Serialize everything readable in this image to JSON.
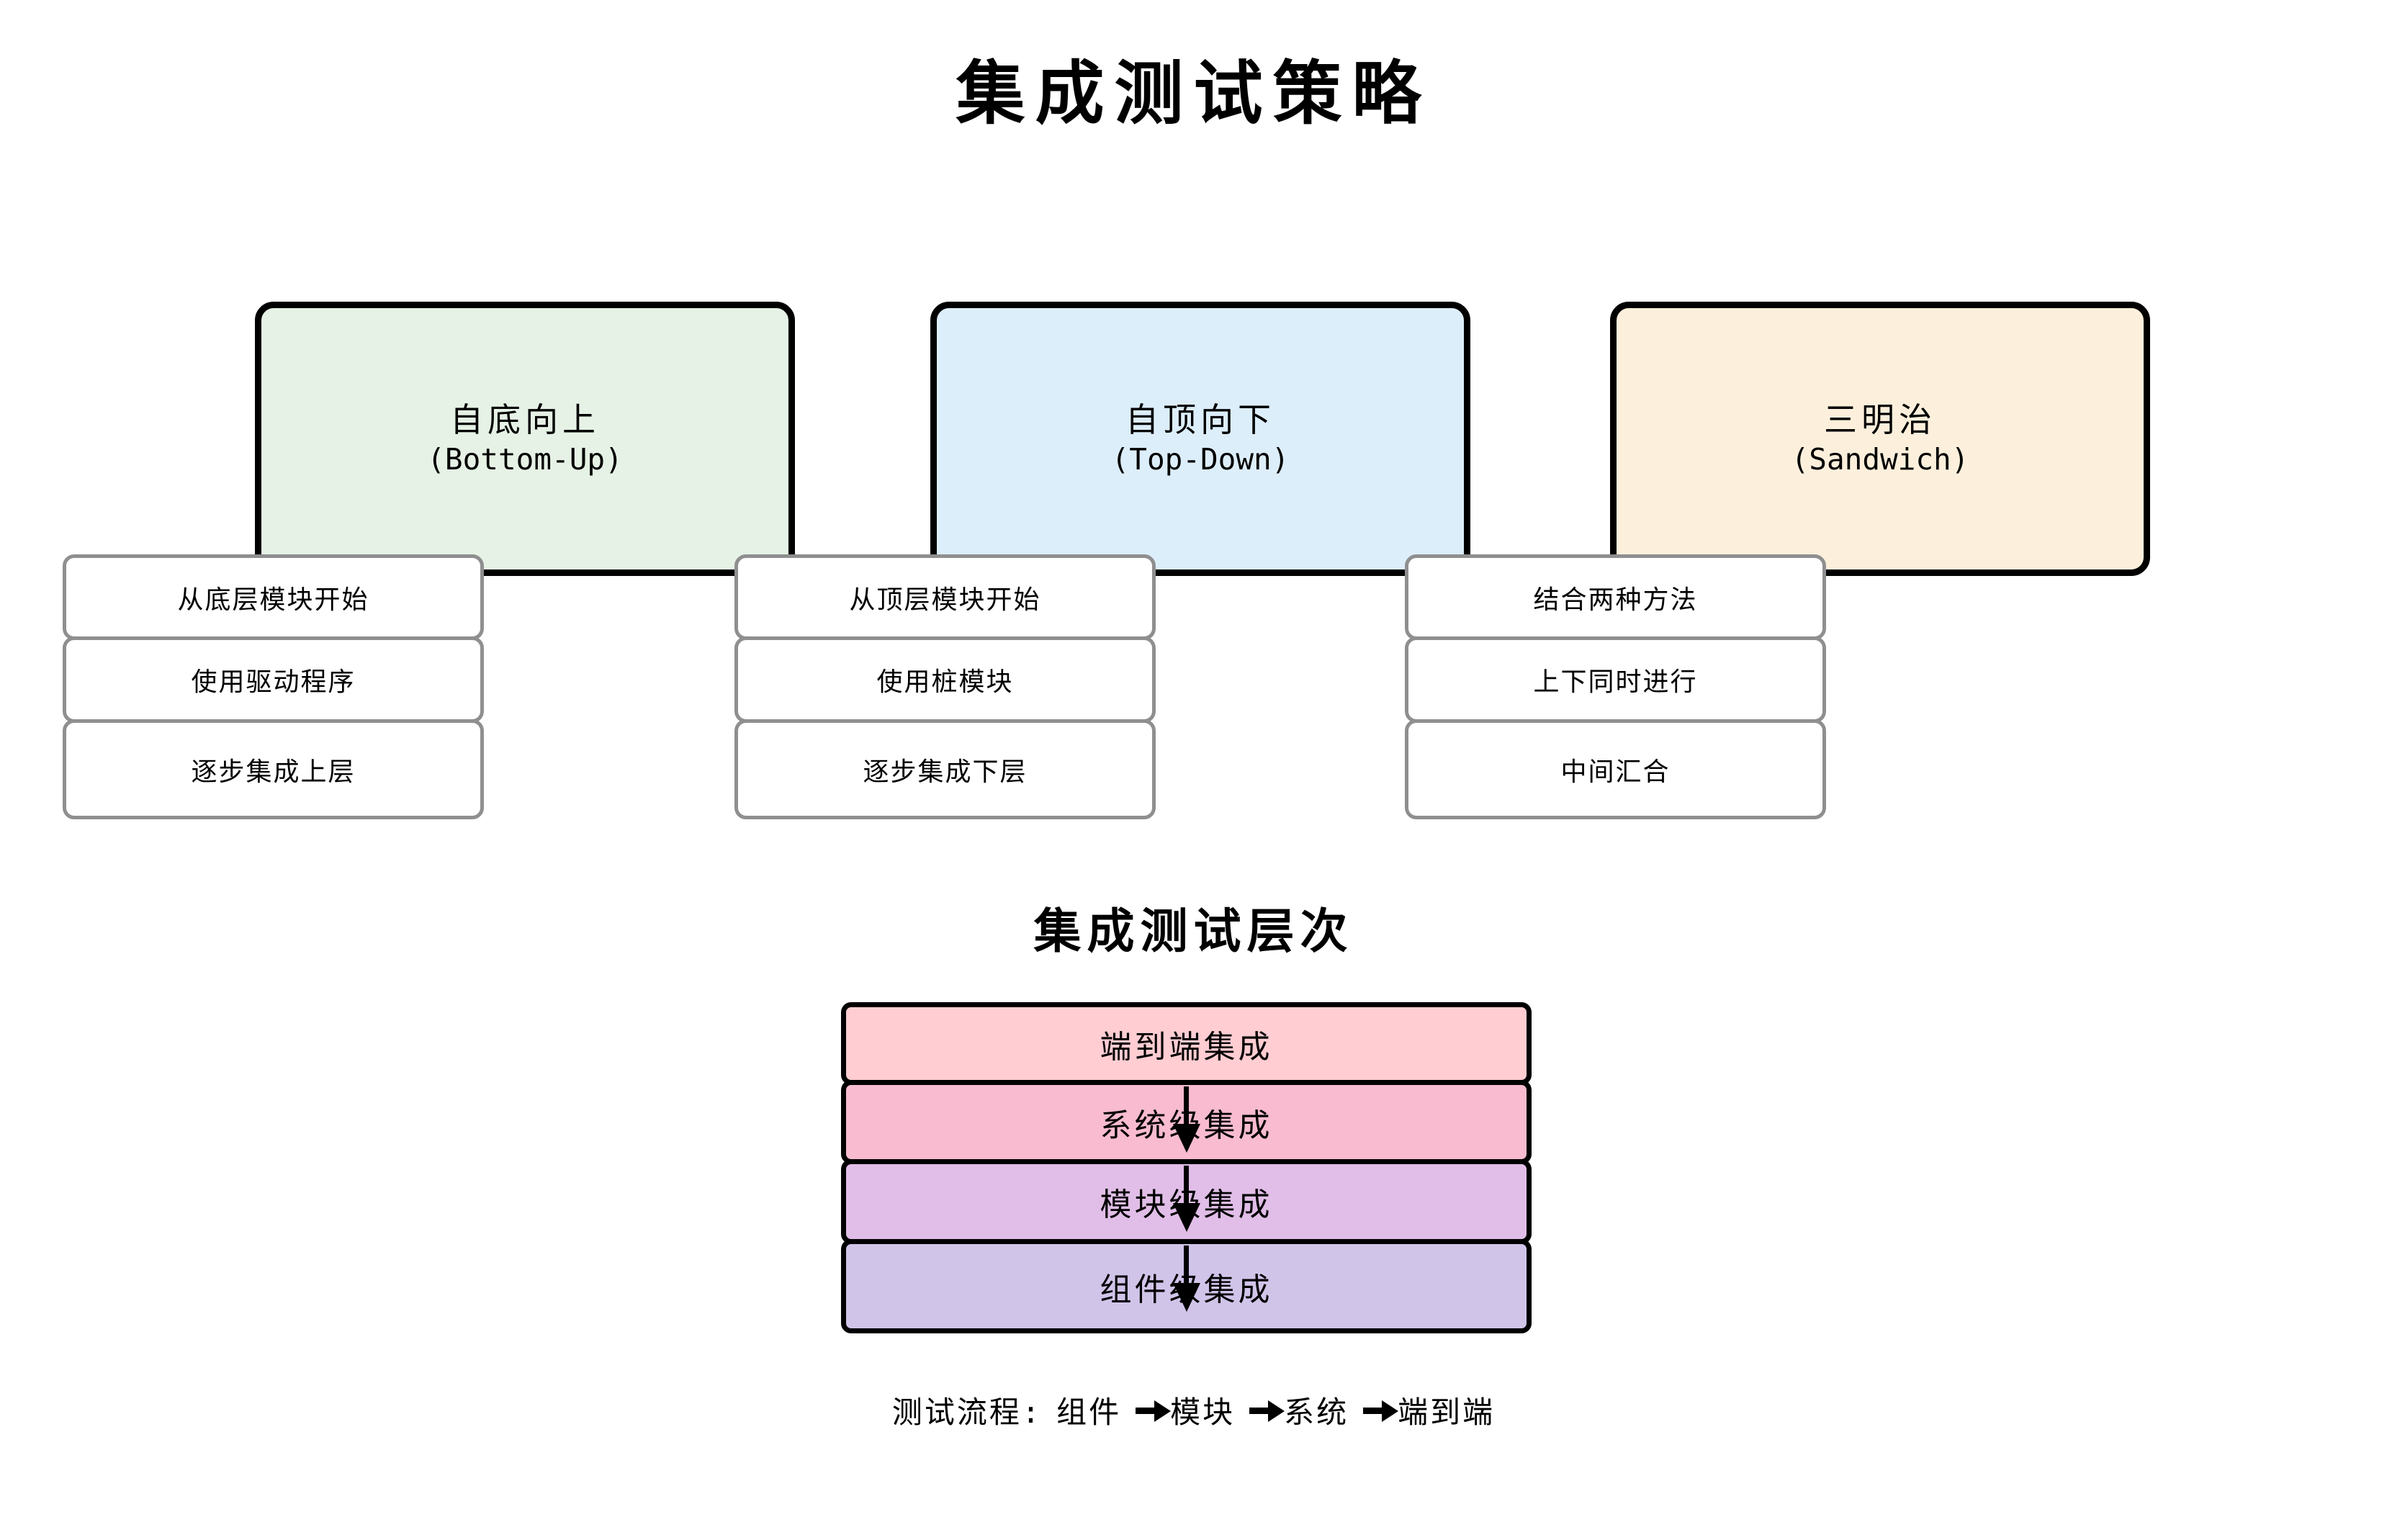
{
  "title": "集成测试策略",
  "colors": {
    "background": "#ffffff",
    "text": "#000000",
    "card_border": "#000000",
    "note_border": "#8f8f8f",
    "note_fill": "#ffffff",
    "arrow": "#000000"
  },
  "strategies": [
    {
      "name": "自底向上",
      "en": "(Bottom-Up)",
      "fill": "#e5f2e5",
      "points": [
        "从底层模块开始",
        "使用驱动程序",
        "逐步集成上层"
      ]
    },
    {
      "name": "自顶向下",
      "en": "(Top-Down)",
      "fill": "#ddeefb",
      "points": [
        "从顶层模块开始",
        "使用桩模块",
        "逐步集成下层"
      ]
    },
    {
      "name": "三明治",
      "en": "(Sandwich)",
      "fill": "#fcf0dc",
      "points": [
        "结合两种方法",
        "上下同时进行",
        "中间汇合"
      ]
    }
  ],
  "levels": {
    "title": "集成测试层次",
    "items": [
      {
        "label": "端到端集成",
        "fill": "#ffcdd2"
      },
      {
        "label": "系统级集成",
        "fill": "#f8bbd0"
      },
      {
        "label": "模块级集成",
        "fill": "#e1bee7"
      },
      {
        "label": "组件级集成",
        "fill": "#d1c4e9"
      }
    ],
    "flow_prefix": "测试流程:",
    "flow_steps": [
      "组件",
      "模块",
      "系统",
      "端到端"
    ]
  }
}
